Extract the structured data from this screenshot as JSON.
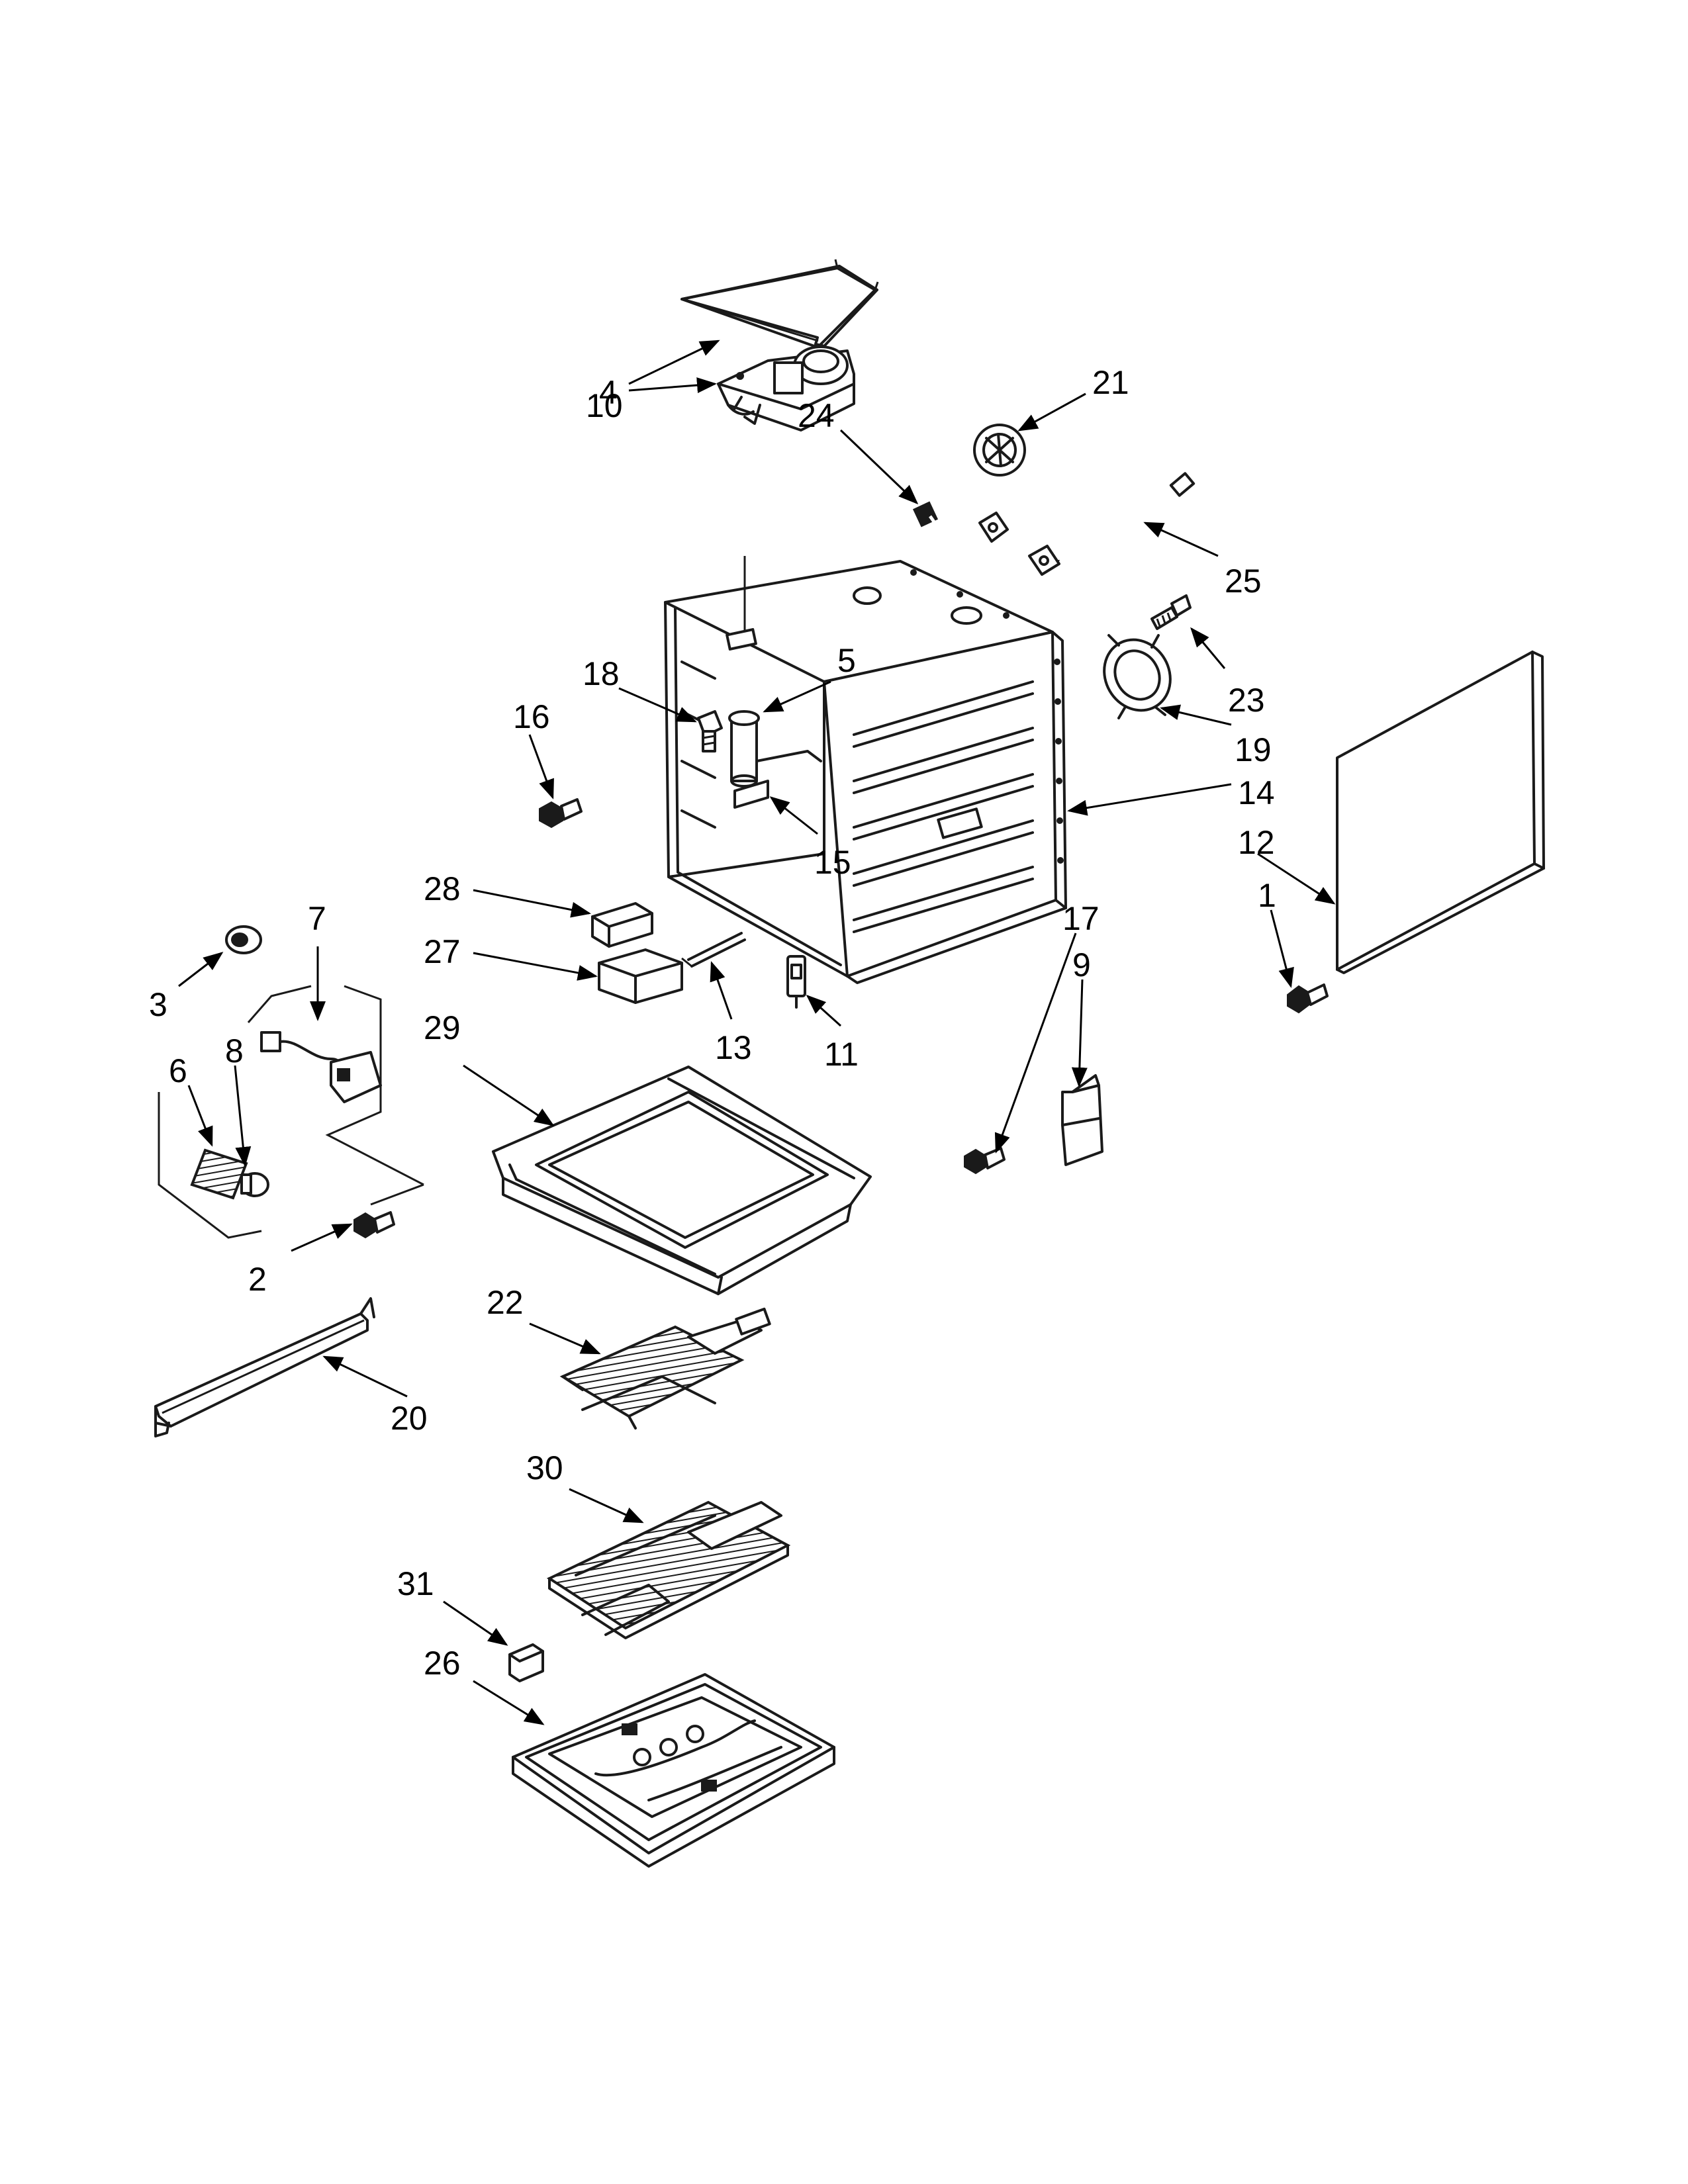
{
  "callouts": [
    {
      "id": "c1",
      "label": "1"
    },
    {
      "id": "c2",
      "label": "2"
    },
    {
      "id": "c3",
      "label": "3"
    },
    {
      "id": "c4",
      "label": "4"
    },
    {
      "id": "c5",
      "label": "5"
    },
    {
      "id": "c6",
      "label": "6"
    },
    {
      "id": "c7",
      "label": "7"
    },
    {
      "id": "c8",
      "label": "8"
    },
    {
      "id": "c9",
      "label": "9"
    },
    {
      "id": "c10",
      "label": "10"
    },
    {
      "id": "c11",
      "label": "11"
    },
    {
      "id": "c12",
      "label": "12"
    },
    {
      "id": "c13",
      "label": "13"
    },
    {
      "id": "c14",
      "label": "14"
    },
    {
      "id": "c15",
      "label": "15"
    },
    {
      "id": "c16",
      "label": "16"
    },
    {
      "id": "c17",
      "label": "17"
    },
    {
      "id": "c18",
      "label": "18"
    },
    {
      "id": "c19",
      "label": "19"
    },
    {
      "id": "c20",
      "label": "20"
    },
    {
      "id": "c21",
      "label": "21"
    },
    {
      "id": "c22",
      "label": "22"
    },
    {
      "id": "c23",
      "label": "23"
    },
    {
      "id": "c24",
      "label": "24"
    },
    {
      "id": "c25",
      "label": "25"
    },
    {
      "id": "c26",
      "label": "26"
    },
    {
      "id": "c27",
      "label": "27"
    },
    {
      "id": "c28",
      "label": "28"
    },
    {
      "id": "c29",
      "label": "29"
    },
    {
      "id": "c30",
      "label": "30"
    },
    {
      "id": "c31",
      "label": "31"
    }
  ]
}
